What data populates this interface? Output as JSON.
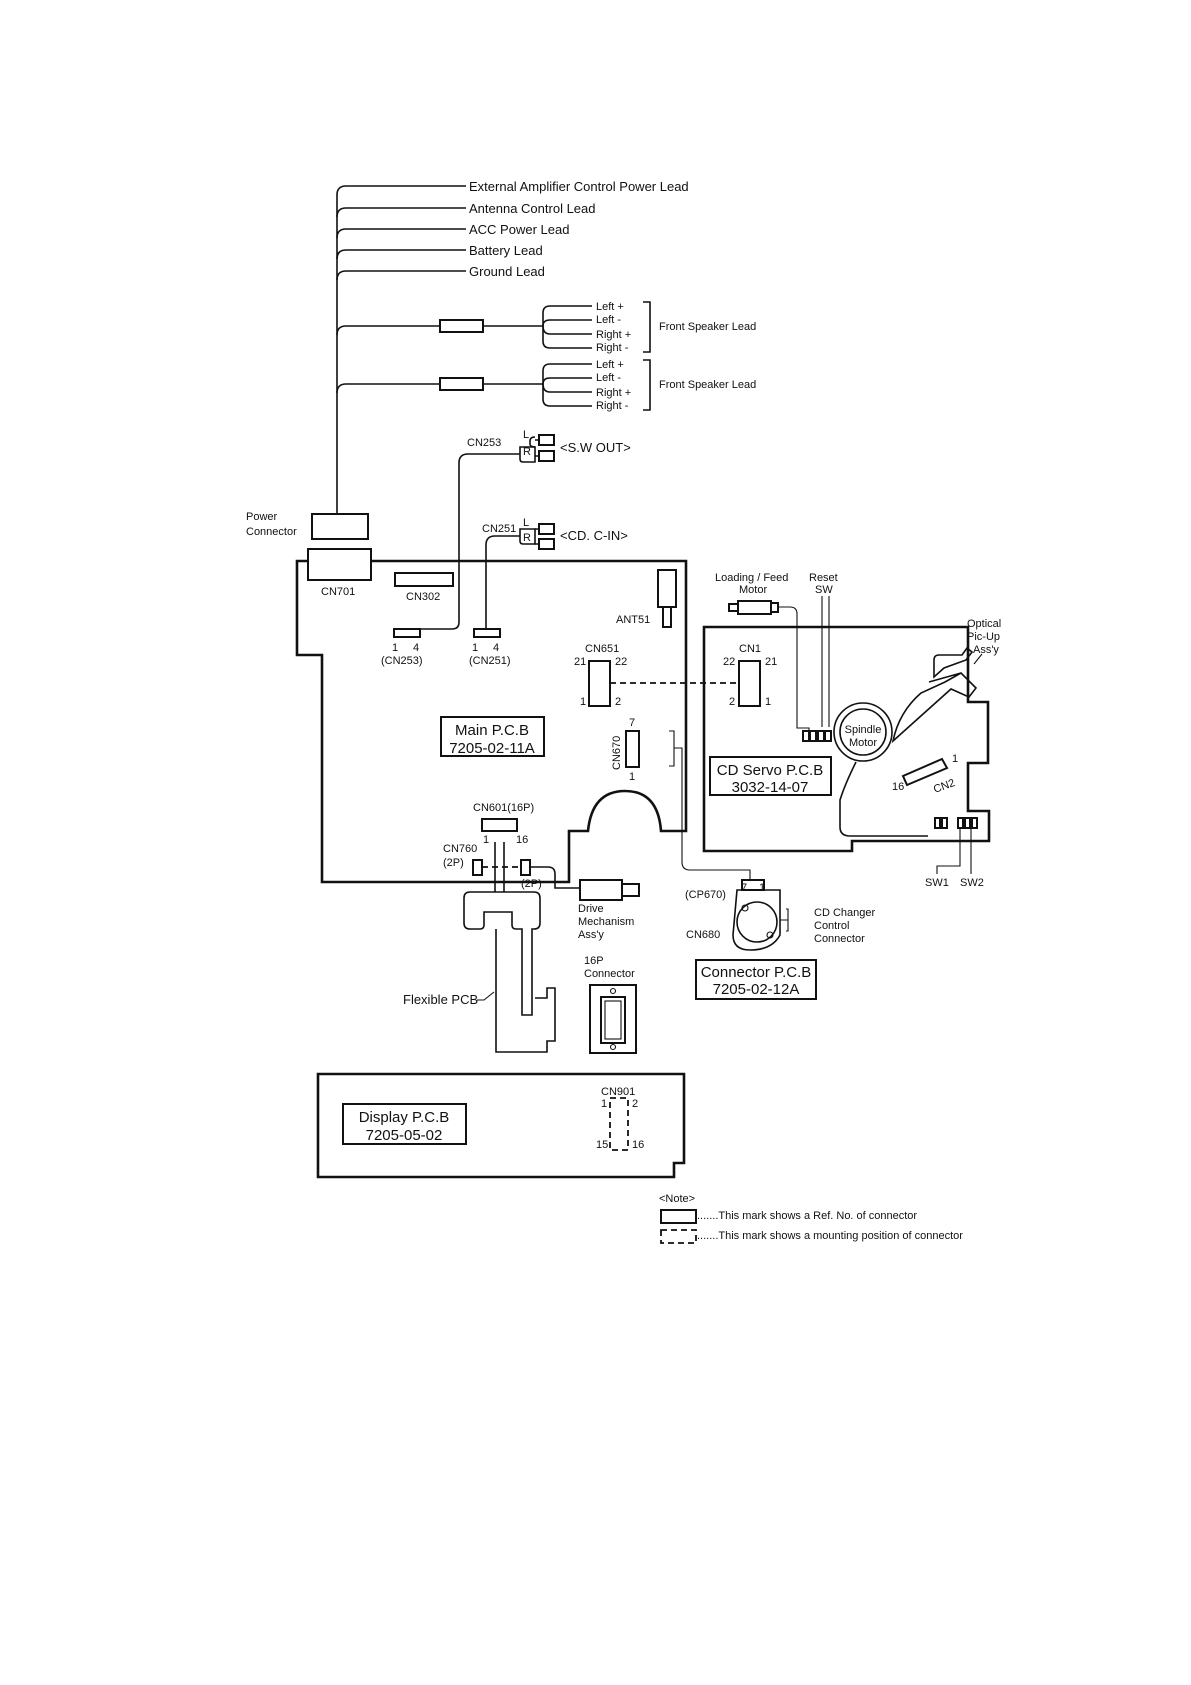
{
  "leads": {
    "ext_amp": "External Amplifier Control Power Lead",
    "antenna": "Antenna Control Lead",
    "acc": "ACC Power Lead",
    "battery": "Battery Lead",
    "ground": "Ground Lead"
  },
  "speaker_group_1": {
    "left_plus": "Left +",
    "left_minus": "Left -",
    "right_plus": "Right +",
    "right_minus": "Right -",
    "label": "Front Speaker Lead"
  },
  "speaker_group_2": {
    "left_plus": "Left +",
    "left_minus": "Left -",
    "right_plus": "Right +",
    "right_minus": "Right -",
    "label": "Front Speaker Lead"
  },
  "cn253": {
    "name": "CN253",
    "l": "L",
    "r": "R",
    "out": "<S.W OUT>"
  },
  "cn251": {
    "name": "CN251",
    "l": "L",
    "r": "R",
    "out": "<CD. C-IN>"
  },
  "power_connector": {
    "line1": "Power",
    "line2": "Connector"
  },
  "main_pcb": {
    "cn701": "CN701",
    "cn302": "CN302",
    "ant51": "ANT51",
    "pin1": "1",
    "pin4": "4",
    "cn253_ref": "(CN253)",
    "cn251_ref": "(CN251)",
    "cn651": "CN651",
    "pin21": "21",
    "pin22": "22",
    "pin_1": "1",
    "pin_2": "2",
    "title": "Main P.C.B",
    "code": "7205-02-11A",
    "cn670": "CN670",
    "pin7": "7",
    "pin1b": "1",
    "cn601": "CN601(16P)",
    "p1": "1",
    "p16": "16",
    "cn760": "CN760",
    "cn760_2p": "(2P)",
    "conn_2p": "(2P)"
  },
  "cd_servo": {
    "loading_motor_1": "Loading / Feed",
    "loading_motor_2": "Motor",
    "reset_1": "Reset",
    "reset_2": "SW",
    "optical_1": "Optical",
    "optical_2": "Pic-Up",
    "optical_3": "Ass'y",
    "cn1": "CN1",
    "p22": "22",
    "p21": "21",
    "p2": "2",
    "p1": "1",
    "spindle_1": "Spindle",
    "spindle_2": "Motor",
    "title": "CD Servo P.C.B",
    "code": "3032-14-07",
    "cn2": "CN2",
    "cn2_p16": "16",
    "cn2_p1": "1",
    "sw1": "SW1",
    "sw2": "SW2"
  },
  "drive": {
    "line1": "Drive",
    "line2": "Mechanism",
    "line3": "Ass'y"
  },
  "connector_pcb": {
    "cp670": "(CP670)",
    "p7": "7",
    "p1": "1",
    "cn680": "CN680",
    "changer_1": "CD Changer",
    "changer_2": "Control",
    "changer_3": "Connector",
    "title": "Connector P.C.B",
    "code": "7205-02-12A"
  },
  "flexible_pcb": "Flexible PCB",
  "connector_16p": {
    "line1": "16P",
    "line2": "Connector"
  },
  "display_pcb": {
    "title": "Display P.C.B",
    "code": "7205-05-02",
    "cn901": "CN901",
    "p1": "1",
    "p2": "2",
    "p15": "15",
    "p16": "16"
  },
  "note": {
    "heading": "<Note>",
    "solid": ".......This mark shows a Ref. No. of connector",
    "dashed": ".......This mark shows a mounting position of connector"
  }
}
